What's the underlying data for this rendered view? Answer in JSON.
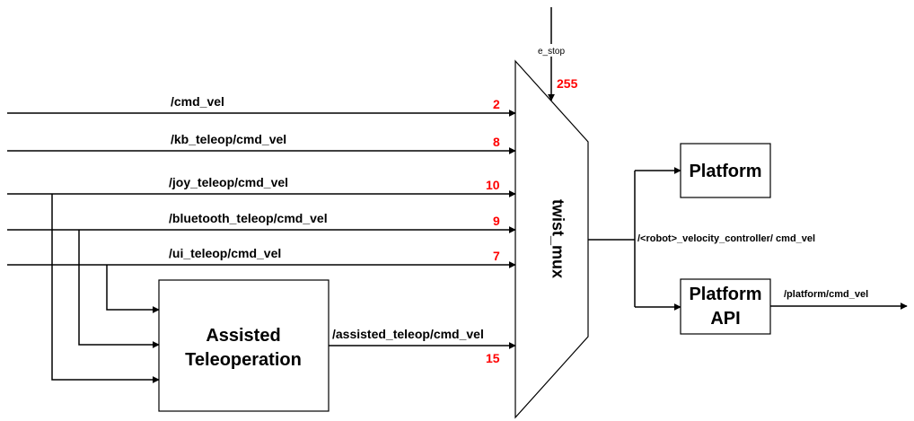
{
  "colors": {
    "line": "#000000",
    "priority": "#ff0000",
    "background": "#ffffff"
  },
  "mux": {
    "label": "twist_mux"
  },
  "estop": {
    "label": "e_stop",
    "priority": "255"
  },
  "inputs": [
    {
      "topic": "/cmd_vel",
      "priority": "2"
    },
    {
      "topic": "/kb_teleop/cmd_vel",
      "priority": "8"
    },
    {
      "topic": "/joy_teleop/cmd_vel",
      "priority": "10"
    },
    {
      "topic": "/bluetooth_teleop/cmd_vel",
      "priority": "9"
    },
    {
      "topic": "/ui_teleop/cmd_vel",
      "priority": "7"
    }
  ],
  "assisted": {
    "line1": "Assisted",
    "line2": "Teleoperation",
    "output_topic": "/assisted_teleop/cmd_vel",
    "priority": "15"
  },
  "output": {
    "topic": "/<robot>_velocity_controller/ cmd_vel"
  },
  "platform": {
    "label": "Platform"
  },
  "platform_api": {
    "line1": "Platform",
    "line2": "API",
    "output_topic": "/platform/cmd_vel"
  }
}
